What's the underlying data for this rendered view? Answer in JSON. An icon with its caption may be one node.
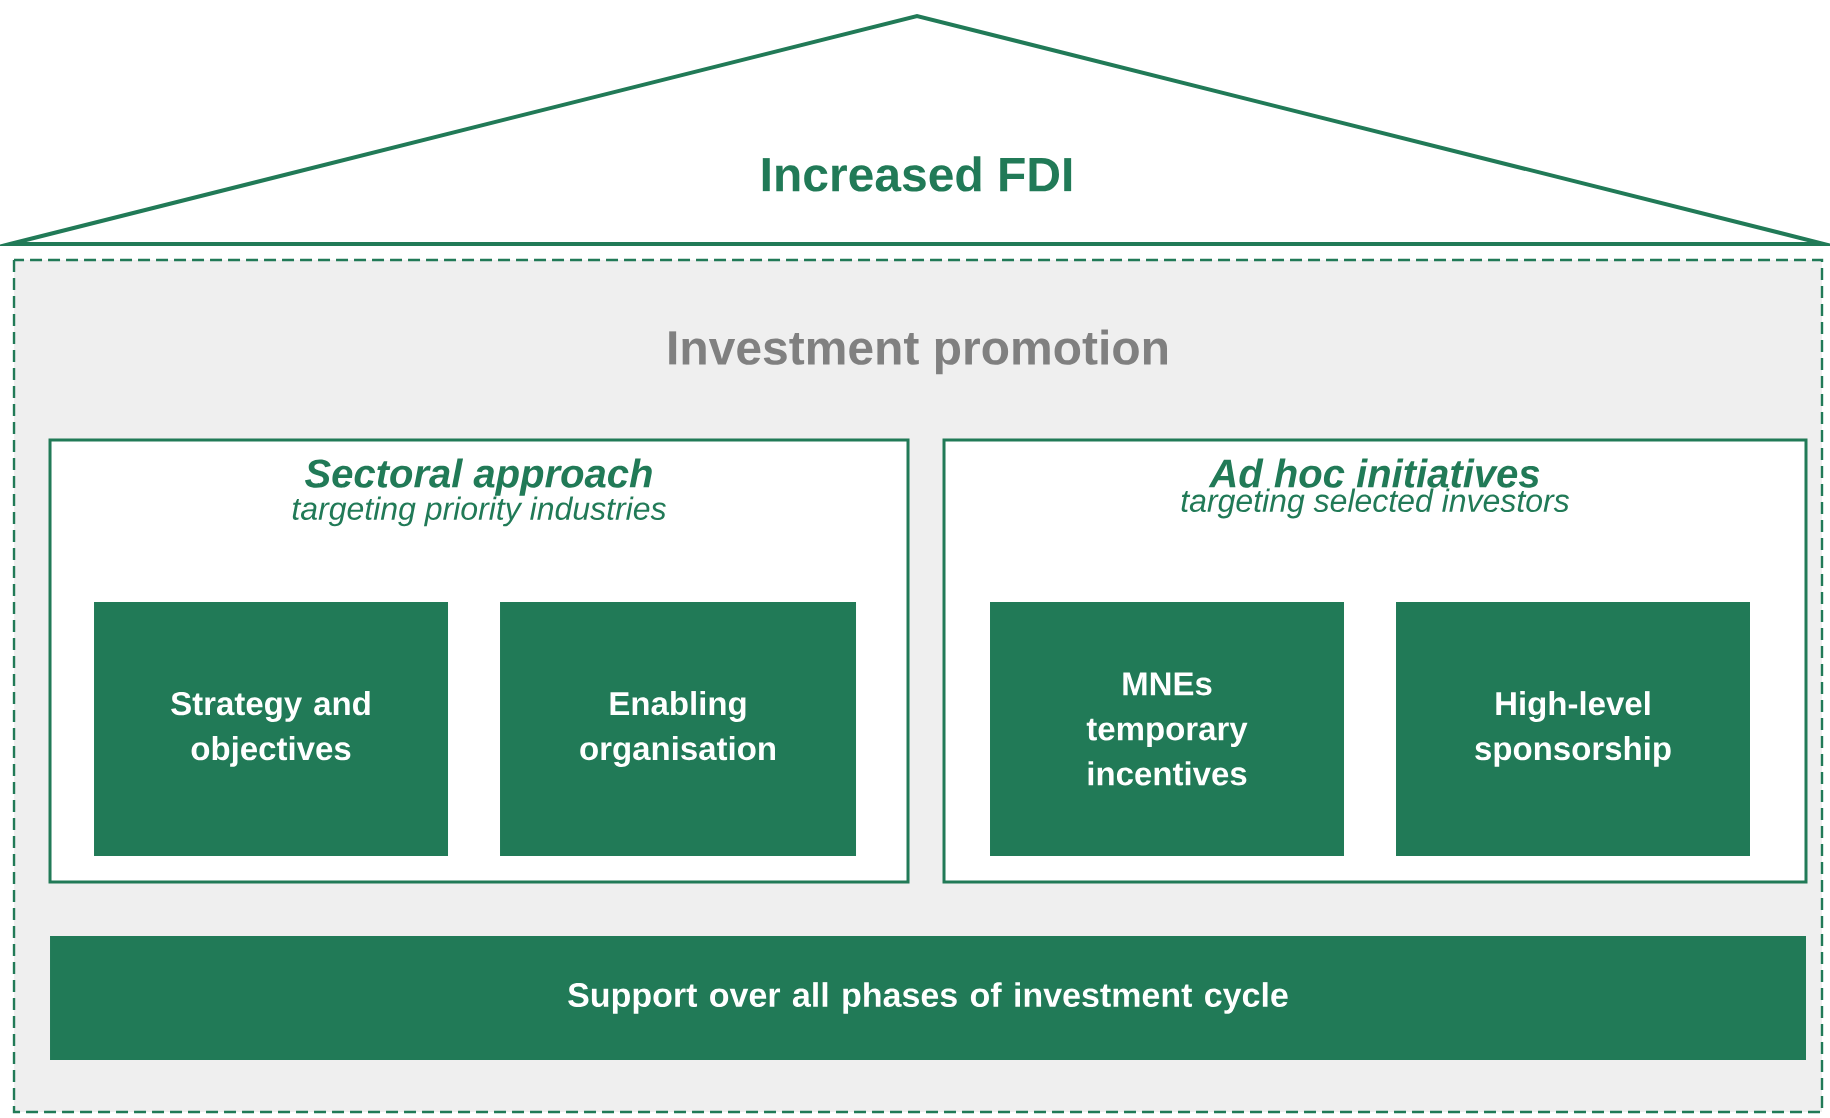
{
  "diagram": {
    "nodes": [
      {
        "text": [
          "Increased FDI"
        ]
      },
      {
        "text": [
          "Investment promotion"
        ]
      },
      {
        "text": [
          "Sectoral approach",
          "targeting priority industries"
        ],
        "in": 1
      },
      {
        "text": [
          "Strategy and objectives"
        ],
        "in": 2
      },
      {
        "text": [
          "Enabling organisation"
        ],
        "in": 2
      },
      {
        "text": [
          "Ad hoc initiatives",
          "targeting selected investors"
        ],
        "in": 1
      },
      {
        "text": [
          "MNEs temporary incentives"
        ],
        "in": 5
      },
      {
        "text": [
          "High-level sponsorship"
        ],
        "in": 5
      },
      {
        "text": [
          "Support over all phases of investment cycle"
        ],
        "in": 1
      }
    ]
  }
}
